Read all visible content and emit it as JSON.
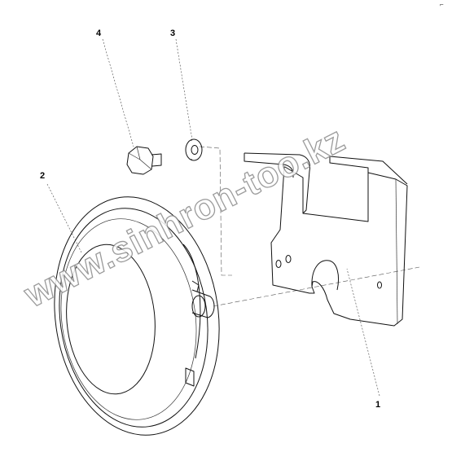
{
  "diagram": {
    "parts": [
      {
        "number": "1",
        "name": "bracket"
      },
      {
        "number": "2",
        "name": "horn"
      },
      {
        "number": "3",
        "name": "washer"
      },
      {
        "number": "4",
        "name": "bolt"
      }
    ],
    "watermark": "www.sinhron-too.kz",
    "corner_mark": "⌐"
  }
}
